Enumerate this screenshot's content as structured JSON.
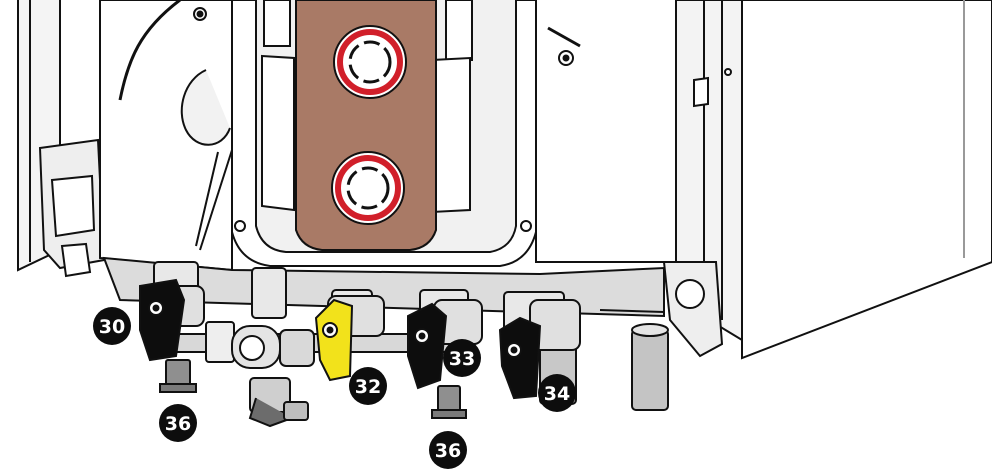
{
  "diagram": {
    "colors": {
      "outline": "#111111",
      "panel": "#ffffff",
      "shade": "#e6e6e6",
      "frame": "#c9c9c9",
      "copper": "#a97a66",
      "gauge_ring": "#d11f2a",
      "valve_handle": "#0d0d0d",
      "gas_valve_handle": "#f2e21b",
      "fitting": "#b9b9b9",
      "callout": "#0d0d0d"
    },
    "callouts": [
      {
        "label": "30",
        "part": "valve-handle-black"
      },
      {
        "label": "32",
        "part": "gas-valve-handle-yellow"
      },
      {
        "label": "33",
        "part": "valve-handle-black"
      },
      {
        "label": "34",
        "part": "valve-handle-black"
      },
      {
        "label": "36",
        "part": "drain-cap"
      },
      {
        "label": "36",
        "part": "drain-cap"
      }
    ]
  }
}
